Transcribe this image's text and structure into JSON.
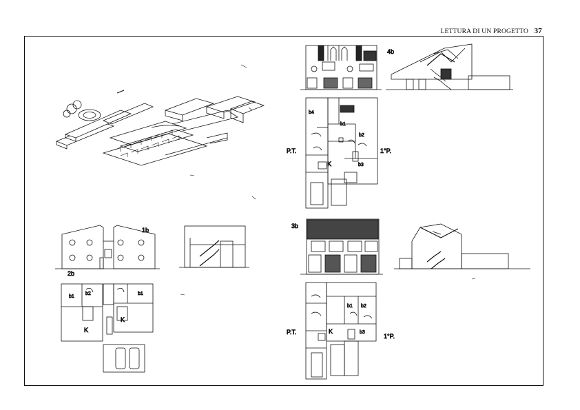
{
  "header": {
    "title": "LETTURA DI UN PROGETTO",
    "page_number": "37"
  },
  "labels": {
    "plan_4b": "4b",
    "plan_3b": "3b",
    "plan_1b": "1b",
    "plan_2b": "2b",
    "pt_top": "P.T.",
    "ip_top": "1°P.",
    "pt_bottom": "P.T.",
    "ip_bottom": "1°P.",
    "room_b1": "b1",
    "room_b2": "b2",
    "room_b3": "b3",
    "room_b4": "b4",
    "room_k": "K"
  }
}
